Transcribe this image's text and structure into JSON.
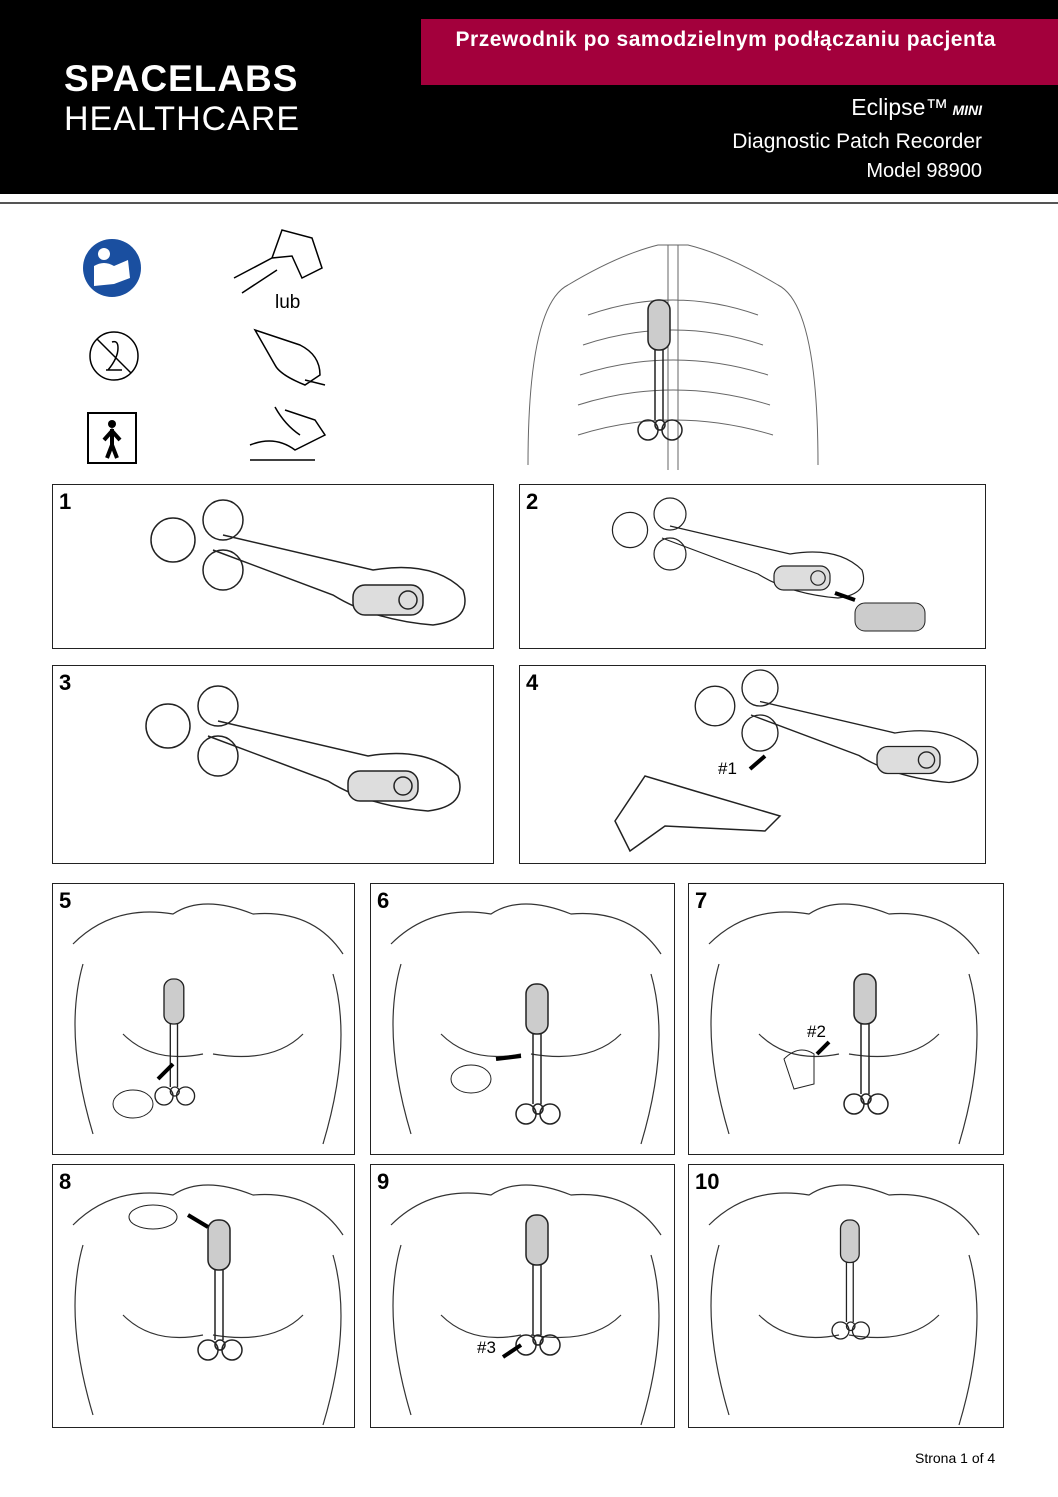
{
  "header": {
    "logo_line1": "SPACELABS",
    "logo_line2": "HEALTHCARE",
    "title": "Przewodnik po samodzielnym podłączaniu pacjenta",
    "product": "Eclipse™",
    "product_suffix": "MINI",
    "subtitle": "Diagnostic Patch Recorder",
    "model": "Model 98900"
  },
  "icons": {
    "or_label": "lub"
  },
  "steps": [
    {
      "num": "1"
    },
    {
      "num": "2"
    },
    {
      "num": "3"
    },
    {
      "num": "4",
      "tag": "#1"
    },
    {
      "num": "5"
    },
    {
      "num": "6"
    },
    {
      "num": "7",
      "tag": "#2"
    },
    {
      "num": "8"
    },
    {
      "num": "9",
      "tag": "#3"
    },
    {
      "num": "10"
    }
  ],
  "footer": {
    "page": "Strona 1 of 4"
  },
  "colors": {
    "brand": "#a3003c",
    "header_bg": "#000000",
    "info_blue": "#1a4fa0"
  }
}
